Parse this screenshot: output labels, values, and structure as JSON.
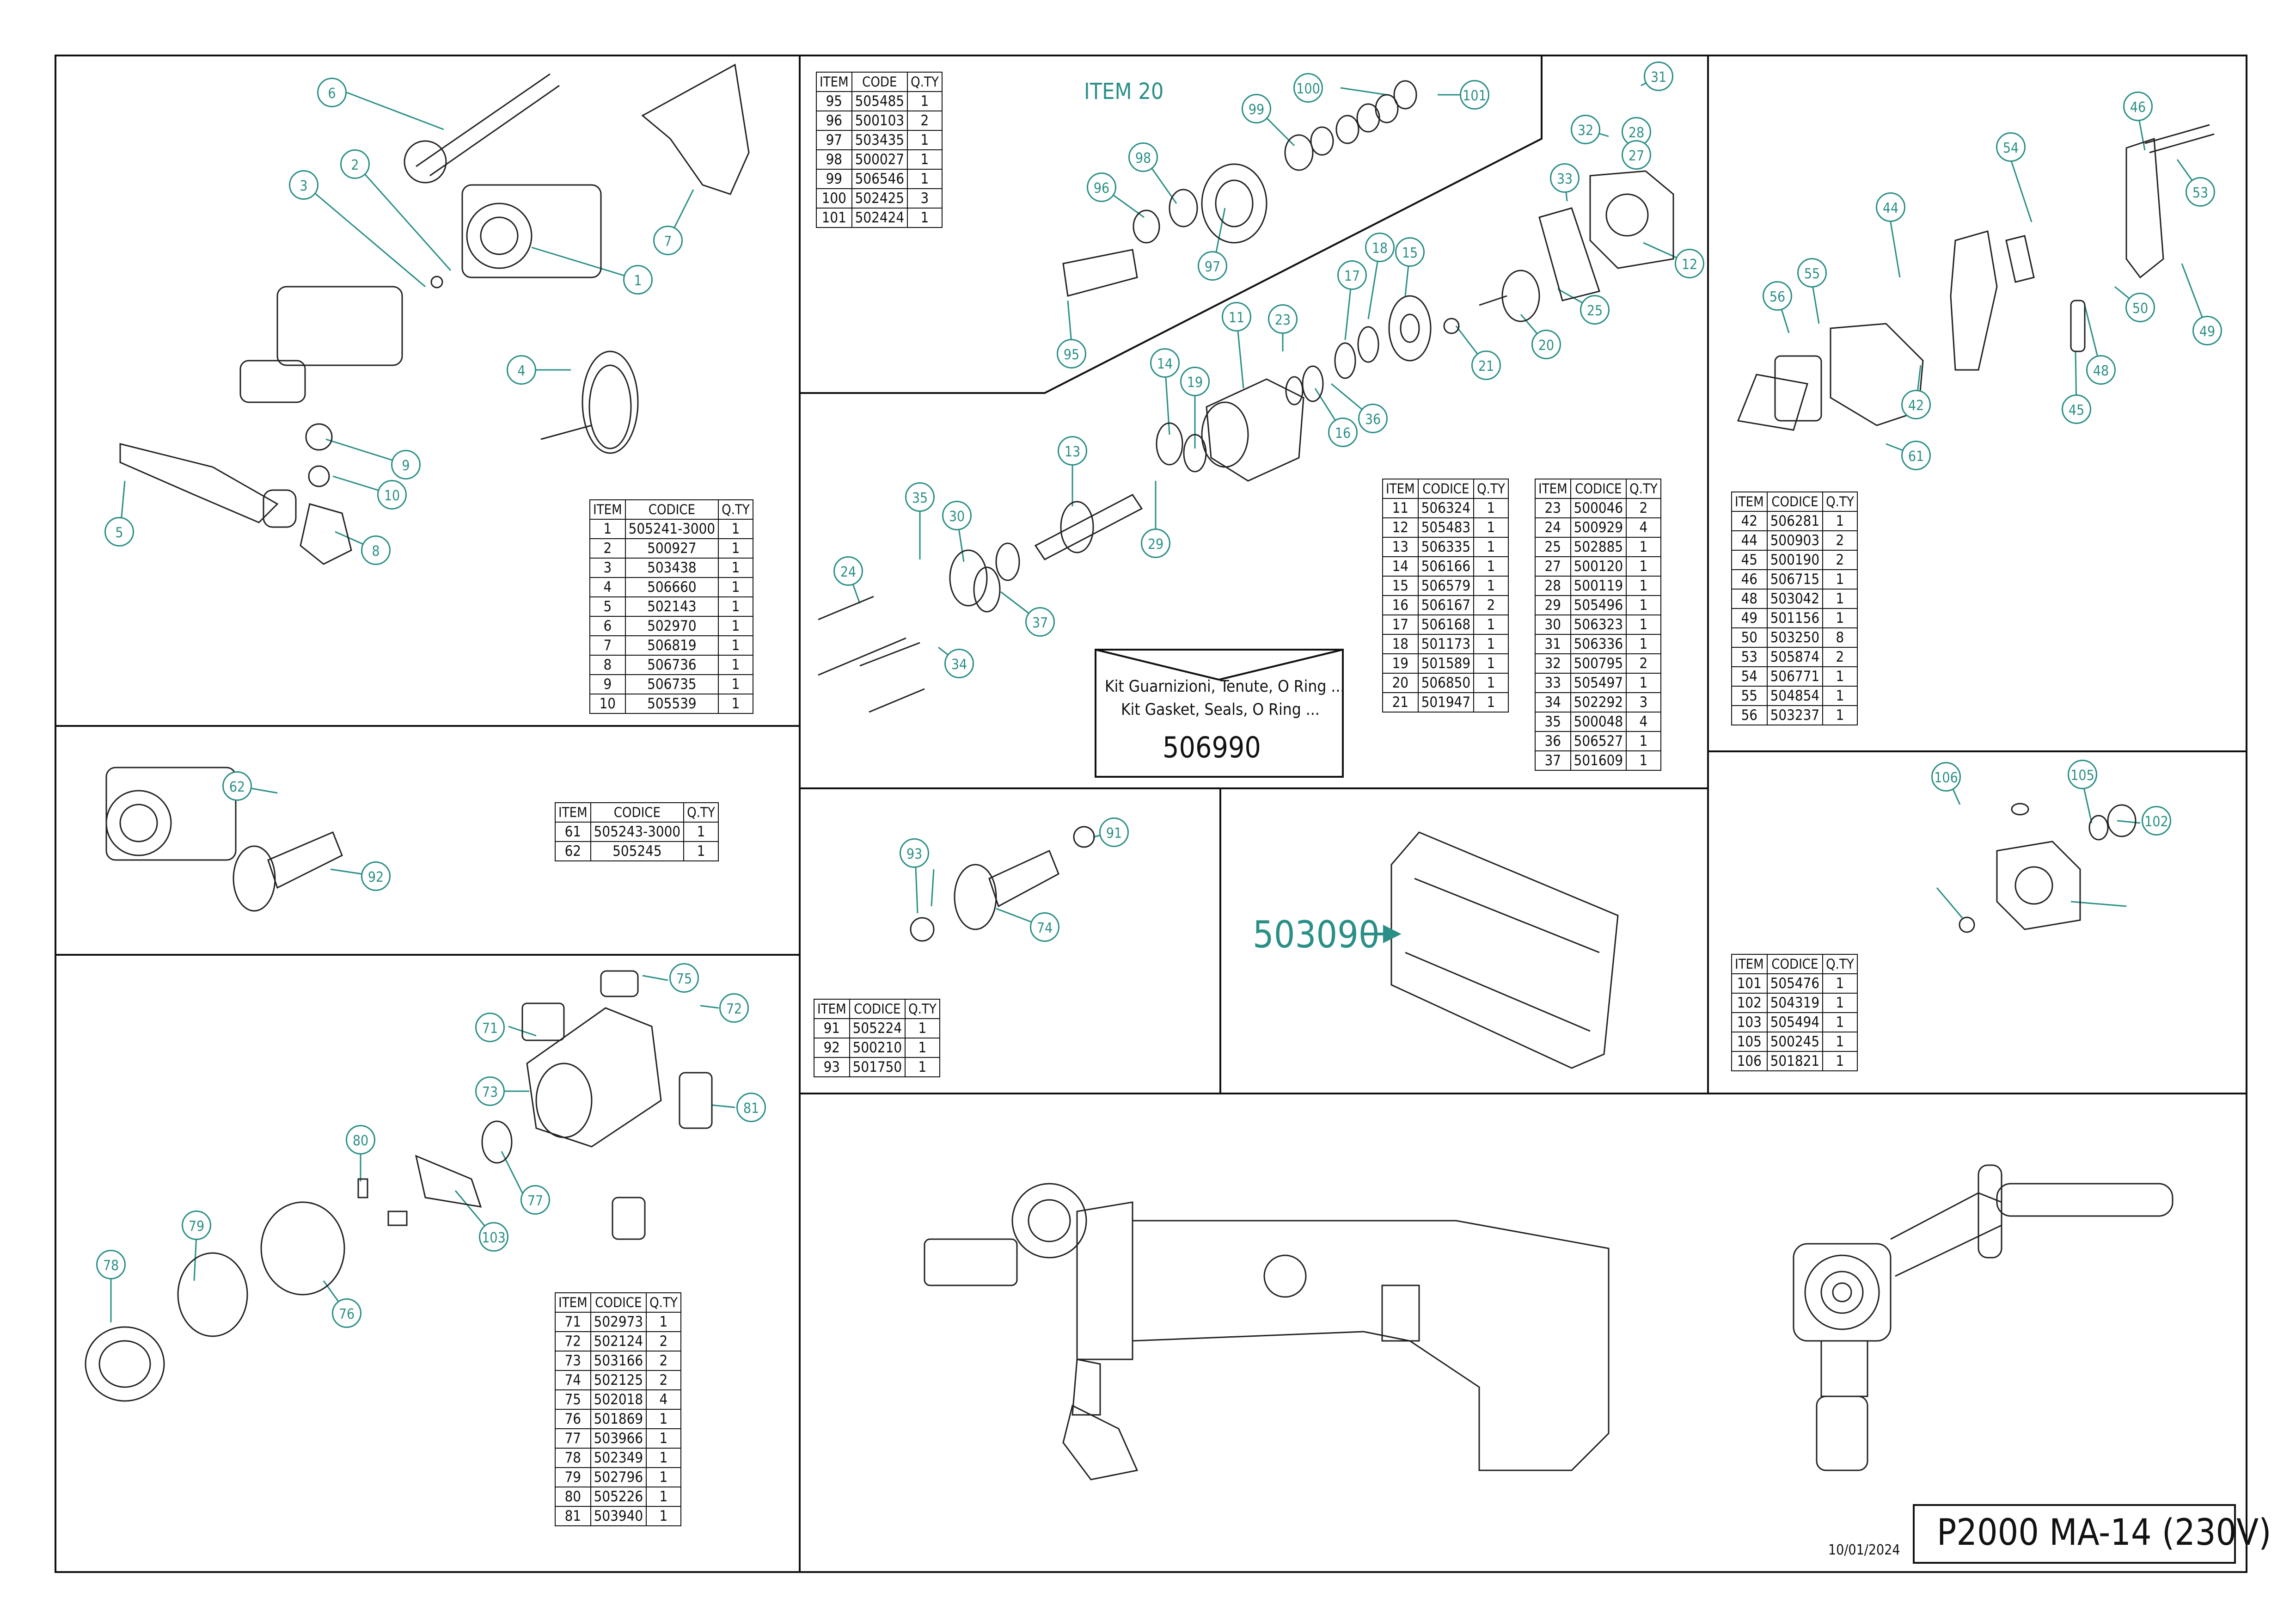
{
  "title": "P2000 MA-14 (230V)",
  "date": "10/01/2024",
  "accent_color": "#2a8f86",
  "item20_label": "ITEM 20",
  "case_code": "503090",
  "kit": {
    "line1": "Kit Guarnizioni, Tenute, O Ring ...",
    "line2": "Kit Gasket, Seals, O Ring ...",
    "code": "506990"
  },
  "tables": {
    "t1": {
      "headers": [
        "ITEM",
        "CODICE",
        "Q.TY"
      ],
      "rows": [
        [
          "1",
          "505241-3000",
          "1"
        ],
        [
          "2",
          "500927",
          "1"
        ],
        [
          "3",
          "503438",
          "1"
        ],
        [
          "4",
          "506660",
          "1"
        ],
        [
          "5",
          "502143",
          "1"
        ],
        [
          "6",
          "502970",
          "1"
        ],
        [
          "7",
          "506819",
          "1"
        ],
        [
          "8",
          "506736",
          "1"
        ],
        [
          "9",
          "506735",
          "1"
        ],
        [
          "10",
          "505539",
          "1"
        ]
      ]
    },
    "t2": {
      "headers": [
        "ITEM",
        "CODE",
        "Q.TY"
      ],
      "rows": [
        [
          "95",
          "505485",
          "1"
        ],
        [
          "96",
          "500103",
          "2"
        ],
        [
          "97",
          "503435",
          "1"
        ],
        [
          "98",
          "500027",
          "1"
        ],
        [
          "99",
          "506546",
          "1"
        ],
        [
          "100",
          "502425",
          "3"
        ],
        [
          "101",
          "502424",
          "1"
        ]
      ]
    },
    "t3": {
      "headers": [
        "ITEM",
        "CODICE",
        "Q.TY"
      ],
      "rows": [
        [
          "11",
          "506324",
          "1"
        ],
        [
          "12",
          "505483",
          "1"
        ],
        [
          "13",
          "506335",
          "1"
        ],
        [
          "14",
          "506166",
          "1"
        ],
        [
          "15",
          "506579",
          "1"
        ],
        [
          "16",
          "506167",
          "2"
        ],
        [
          "17",
          "506168",
          "1"
        ],
        [
          "18",
          "501173",
          "1"
        ],
        [
          "19",
          "501589",
          "1"
        ],
        [
          "20",
          "506850",
          "1"
        ],
        [
          "21",
          "501947",
          "1"
        ]
      ]
    },
    "t4": {
      "headers": [
        "ITEM",
        "CODICE",
        "Q.TY"
      ],
      "rows": [
        [
          "23",
          "500046",
          "2"
        ],
        [
          "24",
          "500929",
          "4"
        ],
        [
          "25",
          "502885",
          "1"
        ],
        [
          "27",
          "500120",
          "1"
        ],
        [
          "28",
          "500119",
          "1"
        ],
        [
          "29",
          "505496",
          "1"
        ],
        [
          "30",
          "506323",
          "1"
        ],
        [
          "31",
          "506336",
          "1"
        ],
        [
          "32",
          "500795",
          "2"
        ],
        [
          "33",
          "505497",
          "1"
        ],
        [
          "34",
          "502292",
          "3"
        ],
        [
          "35",
          "500048",
          "4"
        ],
        [
          "36",
          "506527",
          "1"
        ],
        [
          "37",
          "501609",
          "1"
        ]
      ]
    },
    "t5": {
      "headers": [
        "ITEM",
        "CODICE",
        "Q.TY"
      ],
      "rows": [
        [
          "42",
          "506281",
          "1"
        ],
        [
          "44",
          "500903",
          "2"
        ],
        [
          "45",
          "500190",
          "2"
        ],
        [
          "46",
          "506715",
          "1"
        ],
        [
          "48",
          "503042",
          "1"
        ],
        [
          "49",
          "501156",
          "1"
        ],
        [
          "50",
          "503250",
          "8"
        ],
        [
          "53",
          "505874",
          "2"
        ],
        [
          "54",
          "506771",
          "1"
        ],
        [
          "55",
          "504854",
          "1"
        ],
        [
          "56",
          "503237",
          "1"
        ]
      ]
    },
    "t6": {
      "headers": [
        "ITEM",
        "CODICE",
        "Q.TY"
      ],
      "rows": [
        [
          "61",
          "505243-3000",
          "1"
        ],
        [
          "62",
          "505245",
          "1"
        ]
      ]
    },
    "t7": {
      "headers": [
        "ITEM",
        "CODICE",
        "Q.TY"
      ],
      "rows": [
        [
          "91",
          "505224",
          "1"
        ],
        [
          "92",
          "500210",
          "1"
        ],
        [
          "93",
          "501750",
          "1"
        ]
      ]
    },
    "t8": {
      "headers": [
        "ITEM",
        "CODICE",
        "Q.TY"
      ],
      "rows": [
        [
          "101",
          "505476",
          "1"
        ],
        [
          "102",
          "504319",
          "1"
        ],
        [
          "103",
          "505494",
          "1"
        ],
        [
          "105",
          "500245",
          "1"
        ],
        [
          "106",
          "501821",
          "1"
        ]
      ]
    },
    "t9": {
      "headers": [
        "ITEM",
        "CODICE",
        "Q.TY"
      ],
      "rows": [
        [
          "71",
          "502973",
          "1"
        ],
        [
          "72",
          "502124",
          "2"
        ],
        [
          "73",
          "503166",
          "2"
        ],
        [
          "74",
          "502125",
          "2"
        ],
        [
          "75",
          "502018",
          "4"
        ],
        [
          "76",
          "501869",
          "1"
        ],
        [
          "77",
          "503966",
          "1"
        ],
        [
          "78",
          "502349",
          "1"
        ],
        [
          "79",
          "502796",
          "1"
        ],
        [
          "80",
          "505226",
          "1"
        ],
        [
          "81",
          "503940",
          "1"
        ]
      ]
    }
  },
  "callouts": [
    "6",
    "2",
    "3",
    "1",
    "7",
    "4",
    "9",
    "10",
    "5",
    "8",
    "31",
    "100",
    "101",
    "99",
    "98",
    "96",
    "97",
    "95",
    "28",
    "27",
    "32",
    "33",
    "12",
    "25",
    "20",
    "21",
    "15",
    "18",
    "17",
    "23",
    "11",
    "14",
    "19",
    "16",
    "36",
    "13",
    "29",
    "35",
    "30",
    "37",
    "24",
    "34",
    "46",
    "53",
    "54",
    "44",
    "56",
    "55",
    "50",
    "49",
    "48",
    "45",
    "42",
    "61",
    "62",
    "92",
    "93",
    "91",
    "74",
    "75",
    "72",
    "71",
    "73",
    "81",
    "80",
    "79",
    "78",
    "76",
    "77",
    "103",
    "106",
    "105",
    "102"
  ]
}
